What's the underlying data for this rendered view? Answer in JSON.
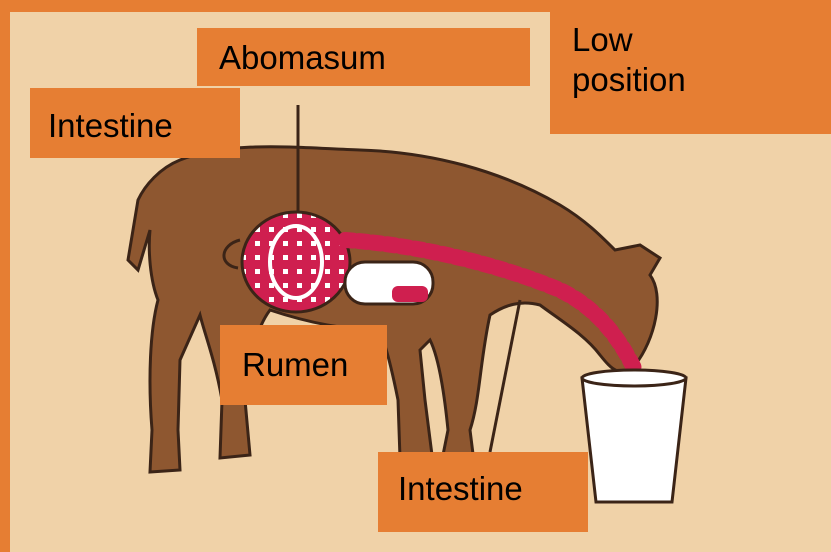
{
  "labels": {
    "abomasum": "Abomasum",
    "intestine_top": "Intestine",
    "low_position_line1": "Low",
    "low_position_line2": "position",
    "rumen": "Rumen",
    "intestine_bottom": "Intestine"
  },
  "icons": [
    "calf-illustration",
    "bucket-icon",
    "abomasum-organ",
    "rumen-organ",
    "esophageal-groove",
    "pointer-line"
  ],
  "colors": {
    "label_bg": "#e67e33",
    "background": "#f0d2a8",
    "calf_body": "#8e5730",
    "calf_outline": "#3b2417",
    "organ_red": "#cf1f4f",
    "organ_dots": "#ffffff"
  }
}
